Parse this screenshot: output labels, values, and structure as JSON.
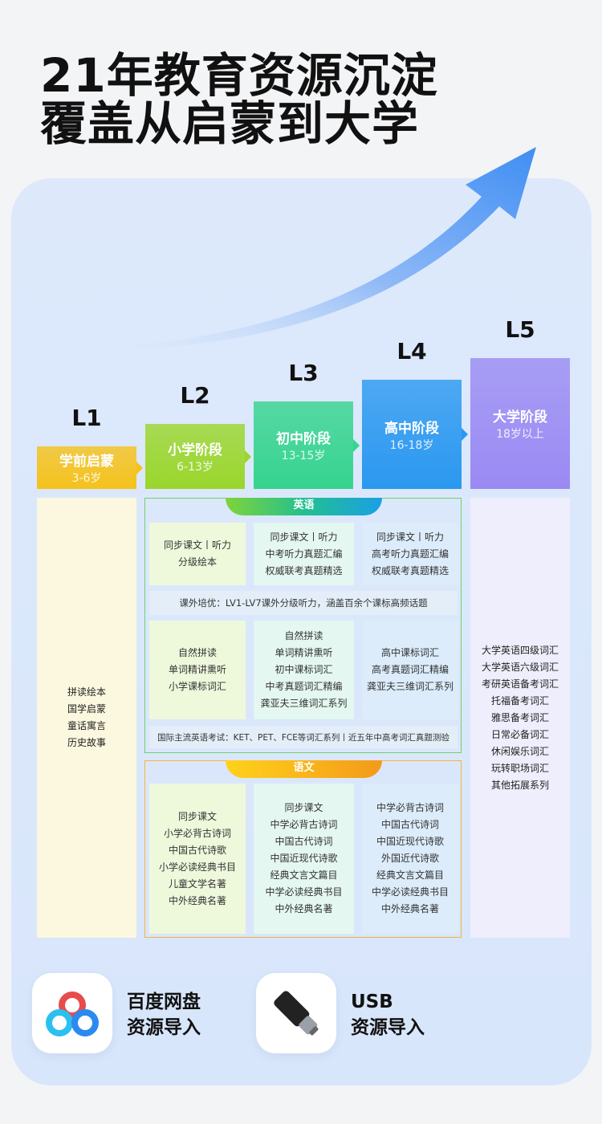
{
  "header": {
    "line1": "21年教育资源沉淀",
    "line2": "覆盖从启蒙到大学"
  },
  "levels": [
    {
      "level": "L1",
      "name": "学前启蒙",
      "age": "3-6岁",
      "color": "#f5c21b"
    },
    {
      "level": "L2",
      "name": "小学阶段",
      "age": "6-13岁",
      "color": "#9ad62b"
    },
    {
      "level": "L3",
      "name": "初中阶段",
      "age": "13-15岁",
      "color": "#35d48f"
    },
    {
      "level": "L4",
      "name": "高中阶段",
      "age": "16-18岁",
      "color": "#2a98f0"
    },
    {
      "level": "L5",
      "name": "大学阶段",
      "age": "18岁以上",
      "color": "#9a8af3"
    }
  ],
  "l1_items": [
    "拼读绘本",
    "国学启蒙",
    "童话寓言",
    "历史故事"
  ],
  "l5_items": [
    "大学英语四级词汇",
    "大学英语六级词汇",
    "考研英语备考词汇",
    "托福备考词汇",
    "雅思备考词汇",
    "日常必备词汇",
    "休闲娱乐词汇",
    "玩转职场词汇",
    "其他拓展系列"
  ],
  "english": {
    "title": "英语",
    "row1": [
      [
        "同步课文丨听力",
        "分级绘本"
      ],
      [
        "同步课文丨听力",
        "中考听力真题汇编",
        "权威联考真题精选"
      ],
      [
        "同步课文丨听力",
        "高考听力真题汇编",
        "权威联考真题精选"
      ]
    ],
    "extra": "课外培优：LV1-LV7课外分级听力，涵盖百余个课标高频话题",
    "row2": [
      [
        "自然拼读",
        "单词精讲熏听",
        "小学课标词汇"
      ],
      [
        "自然拼读",
        "单词精讲熏听",
        "初中课标词汇",
        "中考真题词汇精编",
        "龚亚夫三维词汇系列"
      ],
      [
        "高中课标词汇",
        "高考真题词汇精编",
        "龚亚夫三维词汇系列"
      ]
    ],
    "footer": "国际主流英语考试：KET、PET、FCE等词汇系列丨近五年中高考词汇真题测验"
  },
  "chinese": {
    "title": "语文",
    "cols": [
      [
        "同步课文",
        "小学必背古诗词",
        "中国古代诗歌",
        "小学必读经典书目",
        "儿童文学名著",
        "中外经典名著"
      ],
      [
        "同步课文",
        "中学必背古诗词",
        "中国古代诗词",
        "中国近现代诗歌",
        "经典文言文篇目",
        "中学必读经典书目",
        "中外经典名著"
      ],
      [
        "中学必背古诗词",
        "中国古代诗词",
        "中国近现代诗歌",
        "外国近代诗歌",
        "经典文言文篇目",
        "中学必读经典书目",
        "中外经典名著"
      ]
    ]
  },
  "imports": [
    {
      "line1": "百度网盘",
      "line2": "资源导入",
      "icon": "baidu-netdisk-icon"
    },
    {
      "line1": "USB",
      "line2": "资源导入",
      "icon": "usb-c-icon"
    }
  ]
}
